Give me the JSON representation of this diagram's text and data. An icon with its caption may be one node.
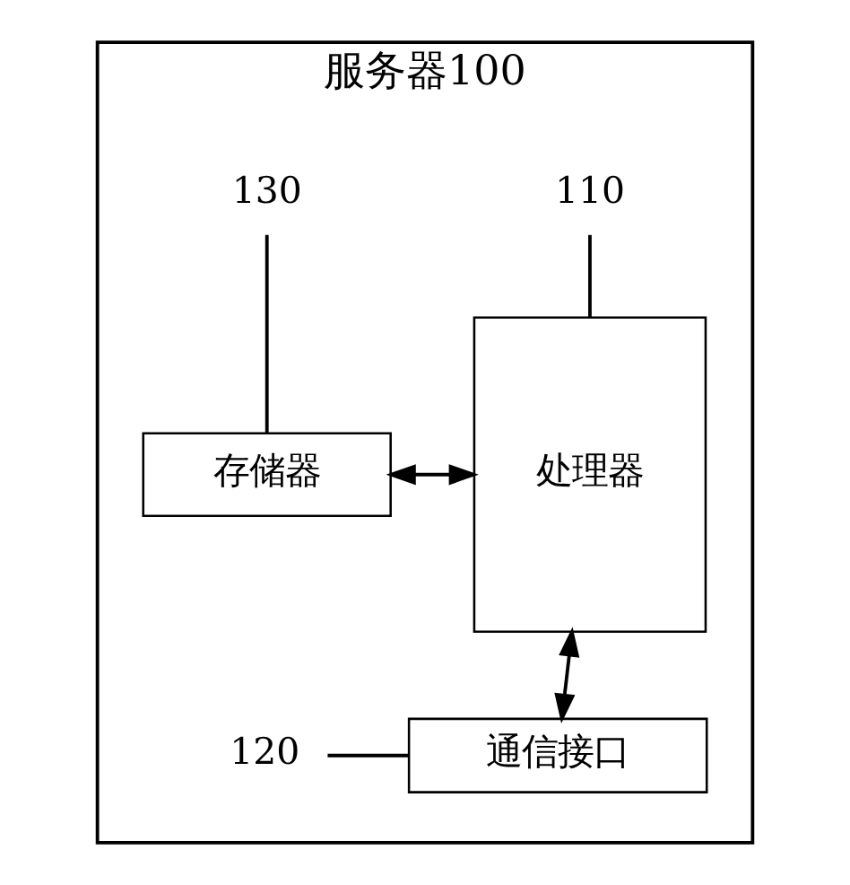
{
  "diagram": {
    "nodes": [
      {
        "text": [
          "服务器100"
        ]
      },
      {
        "text": [
          "110"
        ],
        "in": 0
      },
      {
        "text": [
          "处理器"
        ],
        "in": 0
      },
      {
        "text": [
          "130"
        ],
        "in": 0
      },
      {
        "text": [
          "存储器"
        ],
        "in": 0
      },
      {
        "text": [
          "120"
        ],
        "in": 0
      },
      {
        "text": [
          "通信接口"
        ],
        "in": 0
      }
    ],
    "edges": [
      {
        "from": 1,
        "to": 2,
        "arrow": "none"
      },
      {
        "from": 3,
        "to": 4,
        "arrow": "none"
      },
      {
        "from": 4,
        "to": 2,
        "arrow": "both"
      },
      {
        "from": 2,
        "to": 6,
        "arrow": "both"
      },
      {
        "from": 5,
        "to": 6,
        "arrow": "none"
      }
    ]
  }
}
